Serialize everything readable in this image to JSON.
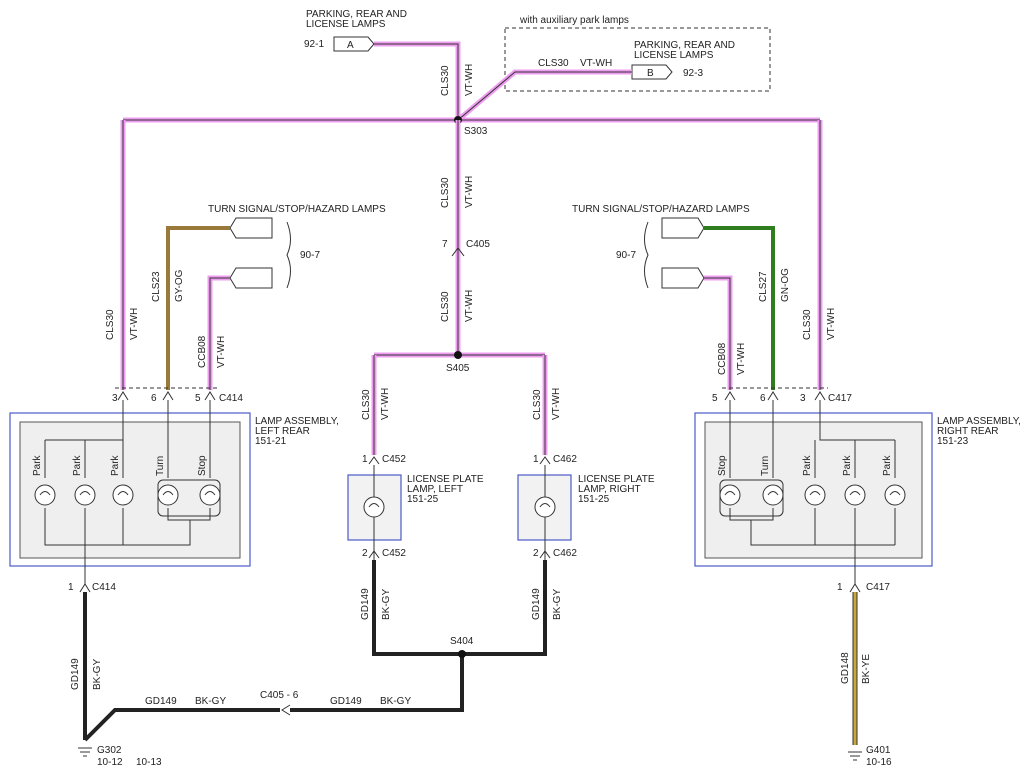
{
  "top": {
    "park_left_title_1": "PARKING, REAR AND",
    "park_left_title_2": "LICENSE LAMPS",
    "ref_left": "92-1",
    "conn_a": "A",
    "aux_note": "with auxiliary park lamps",
    "aux_circuit": "CLS30",
    "aux_color": "VT-WH",
    "park_right_title_1": "PARKING, REAR AND",
    "park_right_title_2": "LICENSE LAMPS",
    "conn_b": "B",
    "ref_right": "92-3"
  },
  "wires": {
    "cls30": "CLS30",
    "vt_wh": "VT-WH",
    "cls23": "CLS23",
    "gy_og": "GY-OG",
    "ccb08": "CCB08",
    "cls27": "CLS27",
    "gn_og": "GN-OG",
    "gd149": "GD149",
    "bk_gy": "BK-GY",
    "gd148": "GD148",
    "bk_ye": "BK-YE"
  },
  "splices": {
    "s303": "S303",
    "s405": "S405",
    "s404": "S404"
  },
  "connectors": {
    "c405": "C405",
    "c405_pin": "7",
    "c405_ref": "C405 - 6",
    "c414": "C414",
    "c417": "C417",
    "c452": "C452",
    "c462": "C462",
    "pin1": "1",
    "pin2": "2",
    "pin3": "3",
    "pin5": "5",
    "pin6": "6"
  },
  "turn_left": {
    "title": "TURN SIGNAL/STOP/HAZARD LAMPS",
    "ref": "90-7"
  },
  "turn_right": {
    "title": "TURN SIGNAL/STOP/HAZARD LAMPS",
    "ref": "90-7"
  },
  "lamp_left": {
    "title_1": "LAMP ASSEMBLY,",
    "title_2": "LEFT REAR",
    "ref": "151-21",
    "bulbs": [
      "Park",
      "Park",
      "Park",
      "Turn",
      "Stop"
    ]
  },
  "lamp_right": {
    "title_1": "LAMP ASSEMBLY,",
    "title_2": "RIGHT REAR",
    "ref": "151-23",
    "bulbs": [
      "Stop",
      "Turn",
      "Park",
      "Park",
      "Park"
    ]
  },
  "plate_left": {
    "title_1": "LICENSE PLATE",
    "title_2": "LAMP, LEFT",
    "ref": "151-25"
  },
  "plate_right": {
    "title_1": "LICENSE PLATE",
    "title_2": "LAMP, RIGHT",
    "ref": "151-25"
  },
  "grounds": {
    "g302": "G302",
    "g302_ref": "10-12",
    "g302_ref2": "10-13",
    "g401": "G401",
    "g401_ref": "10-16"
  }
}
